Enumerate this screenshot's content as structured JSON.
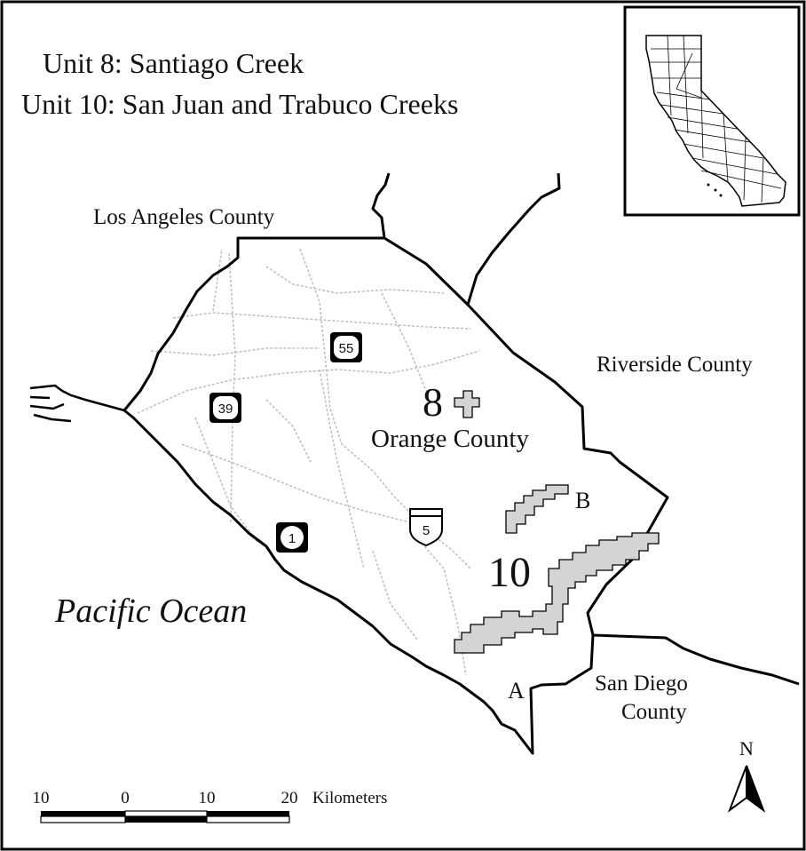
{
  "title": {
    "line1": "Unit 8: Santiago Creek",
    "line2": "Unit 10: San Juan and Trabuco Creeks"
  },
  "labels": {
    "los_angeles": "Los Angeles County",
    "riverside": "Riverside County",
    "orange": "Orange County",
    "san_diego_line1": "San Diego",
    "san_diego_line2": "County",
    "pacific": "Pacific Ocean",
    "unit8": "8",
    "unit10": "10",
    "subunit_a": "A",
    "subunit_b": "B"
  },
  "highways": {
    "sr55": "55",
    "sr39": "39",
    "i5": "5",
    "sr1": "1"
  },
  "scalebar": {
    "ticks": [
      "10",
      "0",
      "10",
      "20"
    ],
    "unit": "Kilometers"
  },
  "north_arrow": {
    "label": "N"
  },
  "inset": {
    "name": "California locator map"
  },
  "colors": {
    "unit_fill": "#d4d4d4",
    "outline": "#000000",
    "roads": "#bdbdbd"
  }
}
